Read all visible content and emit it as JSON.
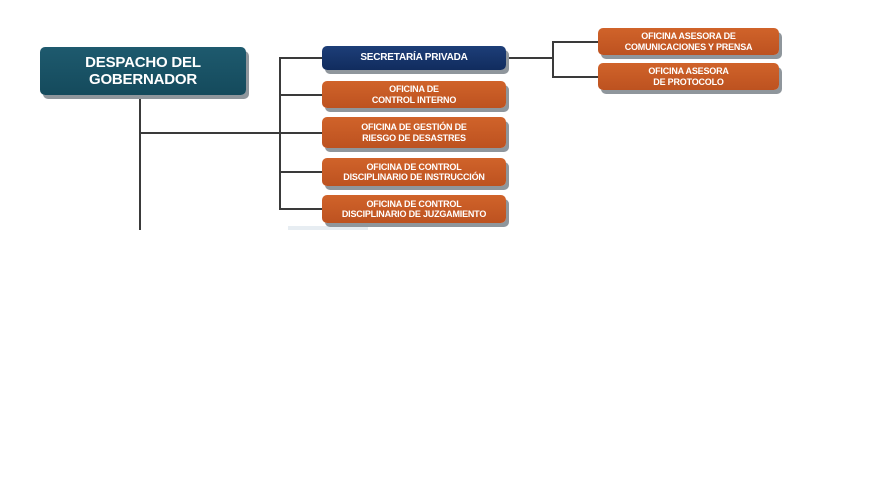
{
  "root": {
    "label": "DESPACHO DEL\nGOBERNADOR"
  },
  "offices": [
    {
      "label": "SECRETARÍA PRIVADA"
    },
    {
      "label": "OFICINA DE\nCONTROL INTERNO"
    },
    {
      "label": "OFICINA DE GESTIÓN DE\nRIESGO DE DESASTRES"
    },
    {
      "label": "OFICINA DE CONTROL\nDISCIPLINARIO DE INSTRUCCIÓN"
    },
    {
      "label": "OFICINA DE CONTROL\nDISCIPLINARIO DE JUZGAMIENTO"
    }
  ],
  "advisory": [
    {
      "label": "OFICINA ASESORA DE\nCOMUNICACIONES Y PRENSA"
    },
    {
      "label": "OFICINA ASESORA\nDE PROTOCOLO"
    }
  ],
  "colors": {
    "root": "#1a5266",
    "secretaria": "#16346b",
    "office": "#c85a25",
    "connector": "#3a3a3a"
  }
}
